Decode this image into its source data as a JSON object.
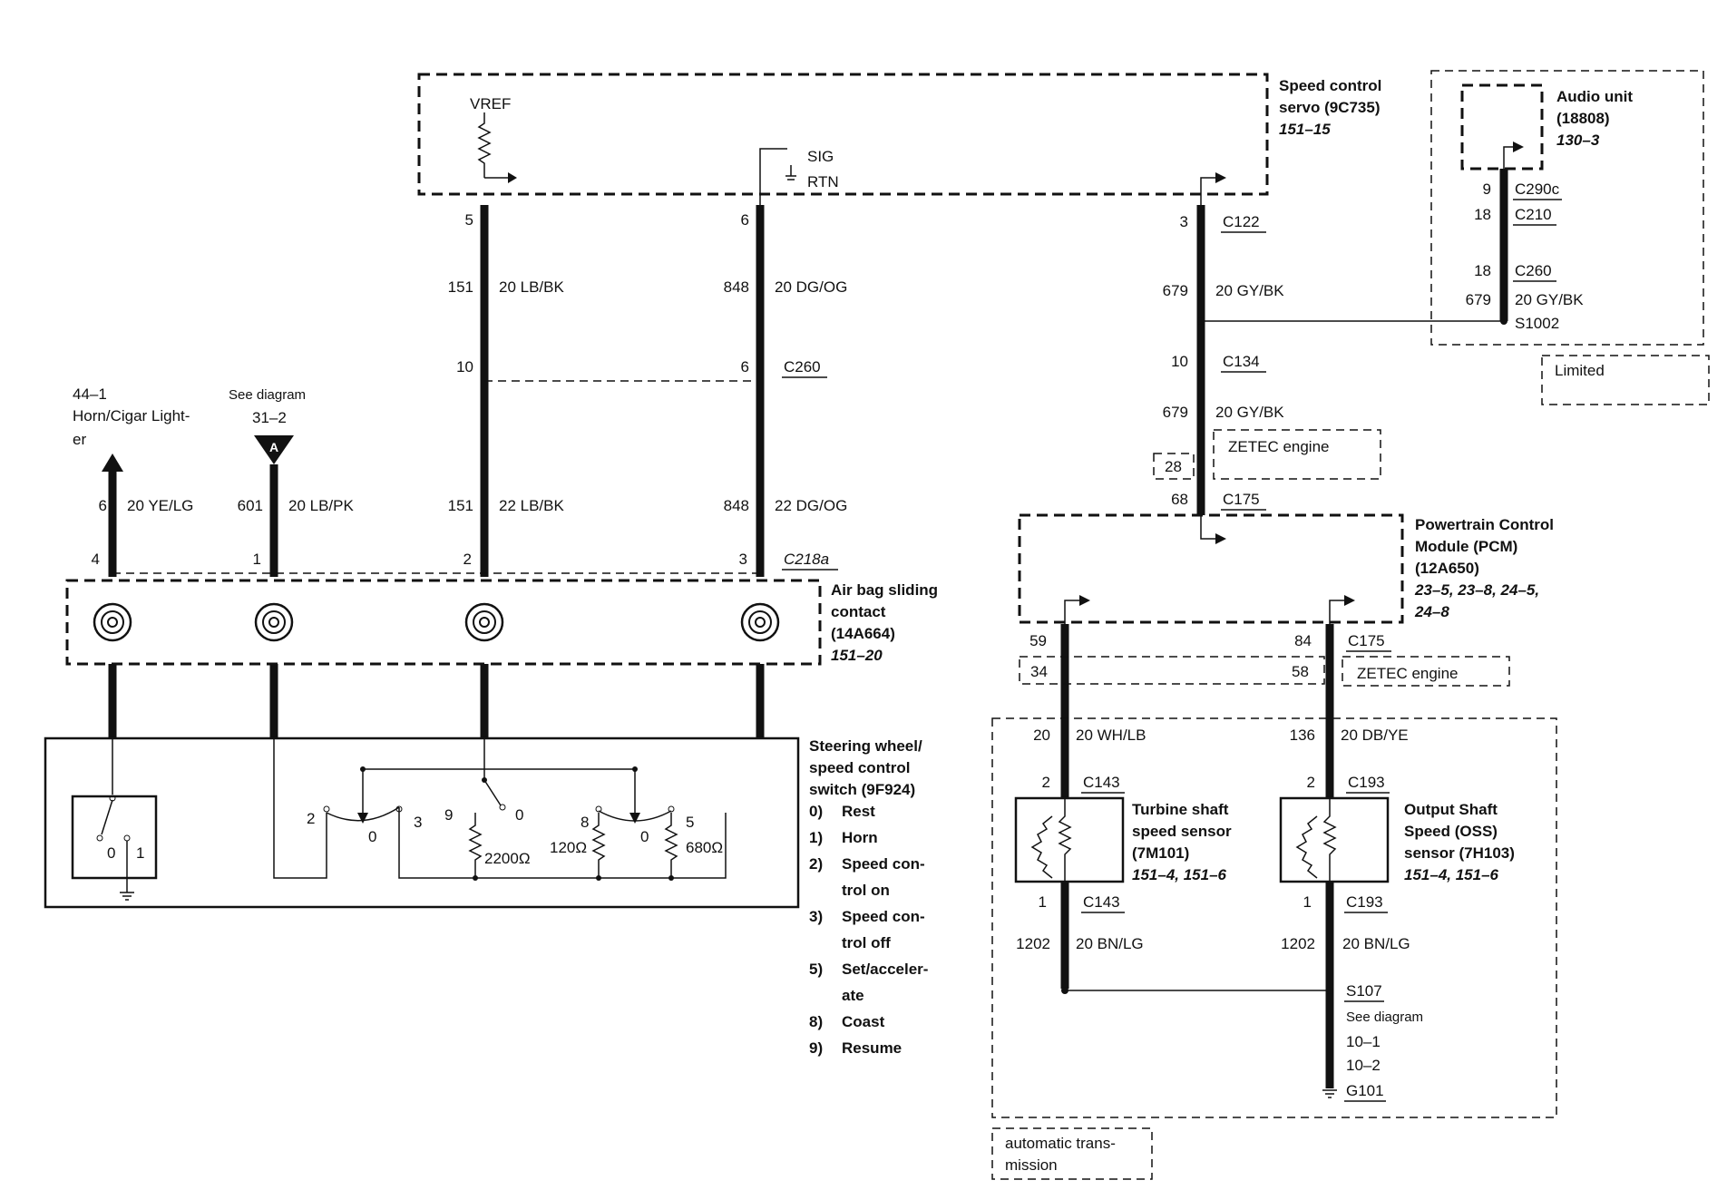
{
  "speed_servo": {
    "title1": "Speed control",
    "title2": "servo (9C735)",
    "ref": "151–15",
    "vref": "VREF",
    "sig": "SIG",
    "rtn": "RTN"
  },
  "audio": {
    "title1": "Audio unit",
    "title2": "(18808)",
    "ref": "130–3",
    "limited": "Limited"
  },
  "horn": {
    "line1": "44–1",
    "line2": "Horn/Cigar Light-",
    "line3": "er"
  },
  "see_a": {
    "line1": "See diagram",
    "line2": "31–2",
    "badge": "A"
  },
  "airbag": {
    "title1": "Air bag sliding",
    "title2": "contact",
    "title3": "(14A664)",
    "ref": "151–20"
  },
  "pcm": {
    "title1": "Powertrain Control",
    "title2": "Module (PCM)",
    "title3": "(12A650)",
    "ref1": "23–5, 23–8, 24–5,",
    "ref2": "24–8"
  },
  "switch": {
    "title1": "Steering wheel/",
    "title2": "speed control",
    "title3": "switch (9F924)",
    "modes": [
      {
        "n": "0)",
        "label": "Rest"
      },
      {
        "n": "1)",
        "label": "Horn"
      },
      {
        "n": "2)",
        "label": "Speed con-"
      },
      {
        "n": "",
        "label": "trol on"
      },
      {
        "n": "3)",
        "label": "Speed con-"
      },
      {
        "n": "",
        "label": "trol off"
      },
      {
        "n": "5)",
        "label": "Set/acceler-"
      },
      {
        "n": "",
        "label": "ate"
      },
      {
        "n": "8)",
        "label": "Coast"
      },
      {
        "n": "9)",
        "label": "Resume"
      }
    ],
    "pos_labels": {
      "p2": "2",
      "p0a": "0",
      "p3": "3",
      "p9": "9",
      "p0b": "0",
      "p8": "8",
      "p0c": "0",
      "p5": "5",
      "p0d": "0",
      "p1": "1"
    },
    "resistors": {
      "r1": "2200Ω",
      "r2": "120Ω",
      "r3": "680Ω"
    }
  },
  "tss": {
    "title1": "Turbine shaft",
    "title2": "speed sensor",
    "title3": "(7M101)",
    "ref": "151–4, 151–6"
  },
  "oss": {
    "title1": "Output Shaft",
    "title2": "Speed (OSS)",
    "title3": "sensor (7H103)",
    "ref": "151–4, 151–6"
  },
  "wires": {
    "w1_pin": "6",
    "w1_color": "20 YE/LG",
    "w1_c": "4",
    "w2_pin": "601",
    "w2_color": "20 LB/PK",
    "w2_c": "1",
    "w3_top": "5",
    "w3_num": "151",
    "w3_color": "20 LB/BK",
    "w3_c260": "10",
    "w3_num2": "151",
    "w3_color2": "22 LB/BK",
    "w3_c": "2",
    "w4_top": "6",
    "w4_num": "848",
    "w4_color": "20 DG/OG",
    "w4_c260": "6",
    "w4_num2": "848",
    "w4_color2": "22 DG/OG",
    "w4_c": "3",
    "c260": "C260",
    "c218a": "C218a",
    "r_pin3": "3",
    "c122": "C122",
    "r_num": "679",
    "r_color": "20 GY/BK",
    "r_pin10": "10",
    "c134": "C134",
    "r_num2": "679",
    "r_color2": "20 GY/BK",
    "zetec": "ZETEC engine",
    "box28": "28",
    "r_pin68": "68",
    "c175": "C175",
    "a_pin9": "9",
    "c290c": "C290c",
    "a_pin18": "18",
    "c210": "C210",
    "a_pin18b": "18",
    "c260b": "C260",
    "a_num": "679",
    "a_color": "20 GY/BK",
    "s1002": "S1002",
    "p_pin59": "59",
    "p_pin84": "84",
    "c175b": "C175",
    "box34": "34",
    "box58": "58",
    "zetec2": "ZETEC engine",
    "t_num": "20",
    "t_color": "20 WH/LB",
    "t_pin2": "2",
    "c143": "C143",
    "t_pin1": "1",
    "c143b": "C143",
    "t_num2": "1202",
    "t_color2": "20 BN/LG",
    "o_num": "136",
    "o_color": "20 DB/YE",
    "o_pin2": "2",
    "c193": "C193",
    "o_pin1": "1",
    "c193b": "C193",
    "o_num2": "1202",
    "o_color2": "20 BN/LG",
    "s107": "S107",
    "see2": "See diagram",
    "see2a": "10–1",
    "see2b": "10–2",
    "g101": "G101",
    "auto1": "automatic trans-",
    "auto2": "mission"
  }
}
